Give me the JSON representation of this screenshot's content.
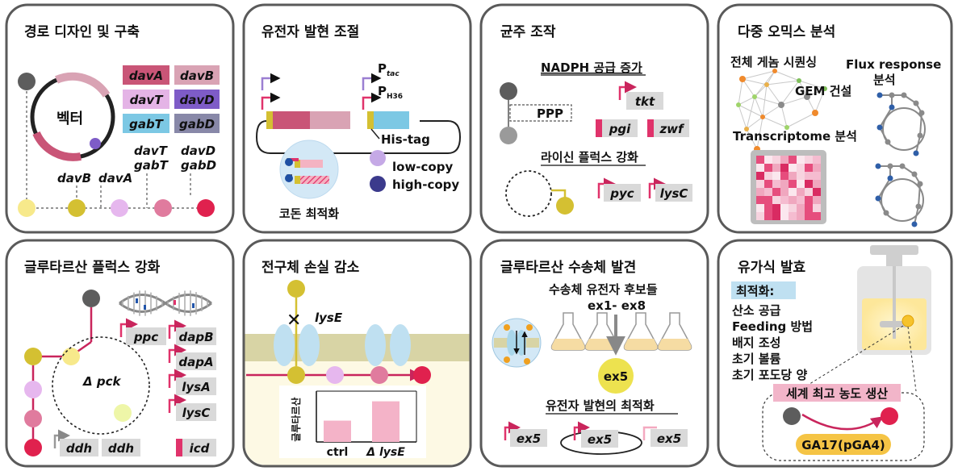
{
  "colors": {
    "panel_border": "#555555",
    "pink": "#e0336b",
    "magenta": "#c9255c",
    "grey_box": "#d9d9d9",
    "yellow": "#f7e98b",
    "olive": "#d4c032",
    "lavender": "#e6b7ee",
    "rose": "#e07b9e",
    "red": "#e0214e",
    "dark_grey": "#5d5d5d",
    "violet": "#8a6bc9",
    "navy": "#3b3a8c",
    "light_blue": "#a9d6ea",
    "membrane_tan": "#d8d4a5",
    "cell_bg": "#fdf9e4"
  },
  "panels": {
    "p1": {
      "title": "경로 디자인 및 구축",
      "vector": "벡터",
      "genes": [
        "davA",
        "davB",
        "davT",
        "davD",
        "gabT",
        "gabD"
      ],
      "gene_colors": [
        "#c95577",
        "#d9a3b4",
        "#e4b4e6",
        "#7e5cc7",
        "#7cc8e4",
        "#8888a8"
      ],
      "labels": {
        "davB": "davB",
        "davA": "davA",
        "davT_gabT_1": "davT",
        "davT_gabT_2": "gabT",
        "davD_gabD_1": "davD",
        "davD_gabD_2": "gabD"
      }
    },
    "p2": {
      "title": "유전자 발현 조절",
      "p_tac": "P",
      "p_tac_sub": "tac",
      "p_h36": "P",
      "p_h36_sub": "H36",
      "his_tag": "His-tag",
      "low_copy": "low-copy",
      "high_copy": "high-copy",
      "codon": "코돈 최적화"
    },
    "p3": {
      "title": "균주 조작",
      "nadph": "NADPH 공급 증가",
      "ppp": "PPP",
      "lysine": "라이신 플럭스 강화",
      "genes": [
        "tkt",
        "pgi",
        "zwf",
        "pyc",
        "lysC"
      ]
    },
    "p4": {
      "title": "다중 오믹스 분석",
      "genome": "전체 게놈 시퀀싱",
      "flux_1": "Flux response",
      "flux_2": "분석",
      "gem": "GEM 건설",
      "transcriptome": "Transcriptome 분석"
    },
    "p5": {
      "title": "글루타르산 플럭스 강화",
      "delta_pck": "Δ pck",
      "genes": [
        "ppc",
        "dapB",
        "dapA",
        "lysA",
        "lysC",
        "ddh",
        "ddh",
        "icd"
      ]
    },
    "p6": {
      "title": "전구체 손실 감소",
      "lyse": "lysE",
      "ylabel": "글루타르산",
      "categories": [
        "ctrl",
        "Δ lysE"
      ]
    },
    "p7": {
      "title": "글루타르산 수송체 발견",
      "candidates": "수송체 유전자 후보들",
      "range": "ex1- ex8",
      "winner": "ex5",
      "optimization": "유전자 발현의 최적화",
      "ex_labels": [
        "ex5",
        "ex5",
        "ex5"
      ]
    },
    "p8": {
      "title": "유가식 발효",
      "optimization": "최적화:",
      "items": [
        "산소 공급",
        "Feeding 방법",
        "배지 조성",
        "초기 볼륨",
        "초기 포도당 양"
      ],
      "banner": "세계 최고 농도 생산",
      "strain": "GA17(pGA4)"
    }
  },
  "chart_data": {
    "type": "bar",
    "categories": [
      "ctrl",
      "Δ lysE"
    ],
    "values": [
      0.42,
      0.8
    ],
    "ylabel": "글루타르산",
    "ylim": [
      0,
      1
    ]
  }
}
